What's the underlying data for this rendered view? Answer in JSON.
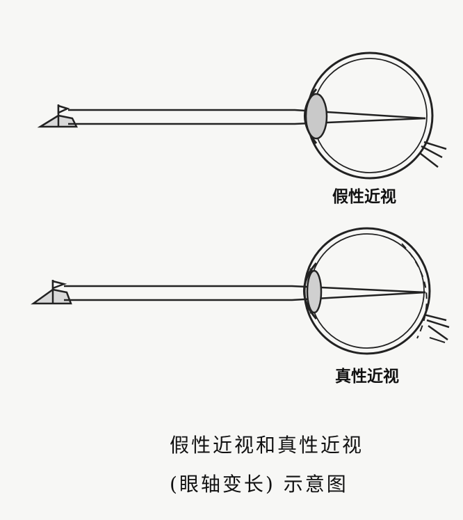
{
  "diagram": {
    "panels": [
      {
        "label": "假性近视"
      },
      {
        "label": "真性近视"
      }
    ],
    "caption": {
      "line1": "假性近视和真性近视",
      "line2": "(眼轴变长) 示意图"
    }
  }
}
